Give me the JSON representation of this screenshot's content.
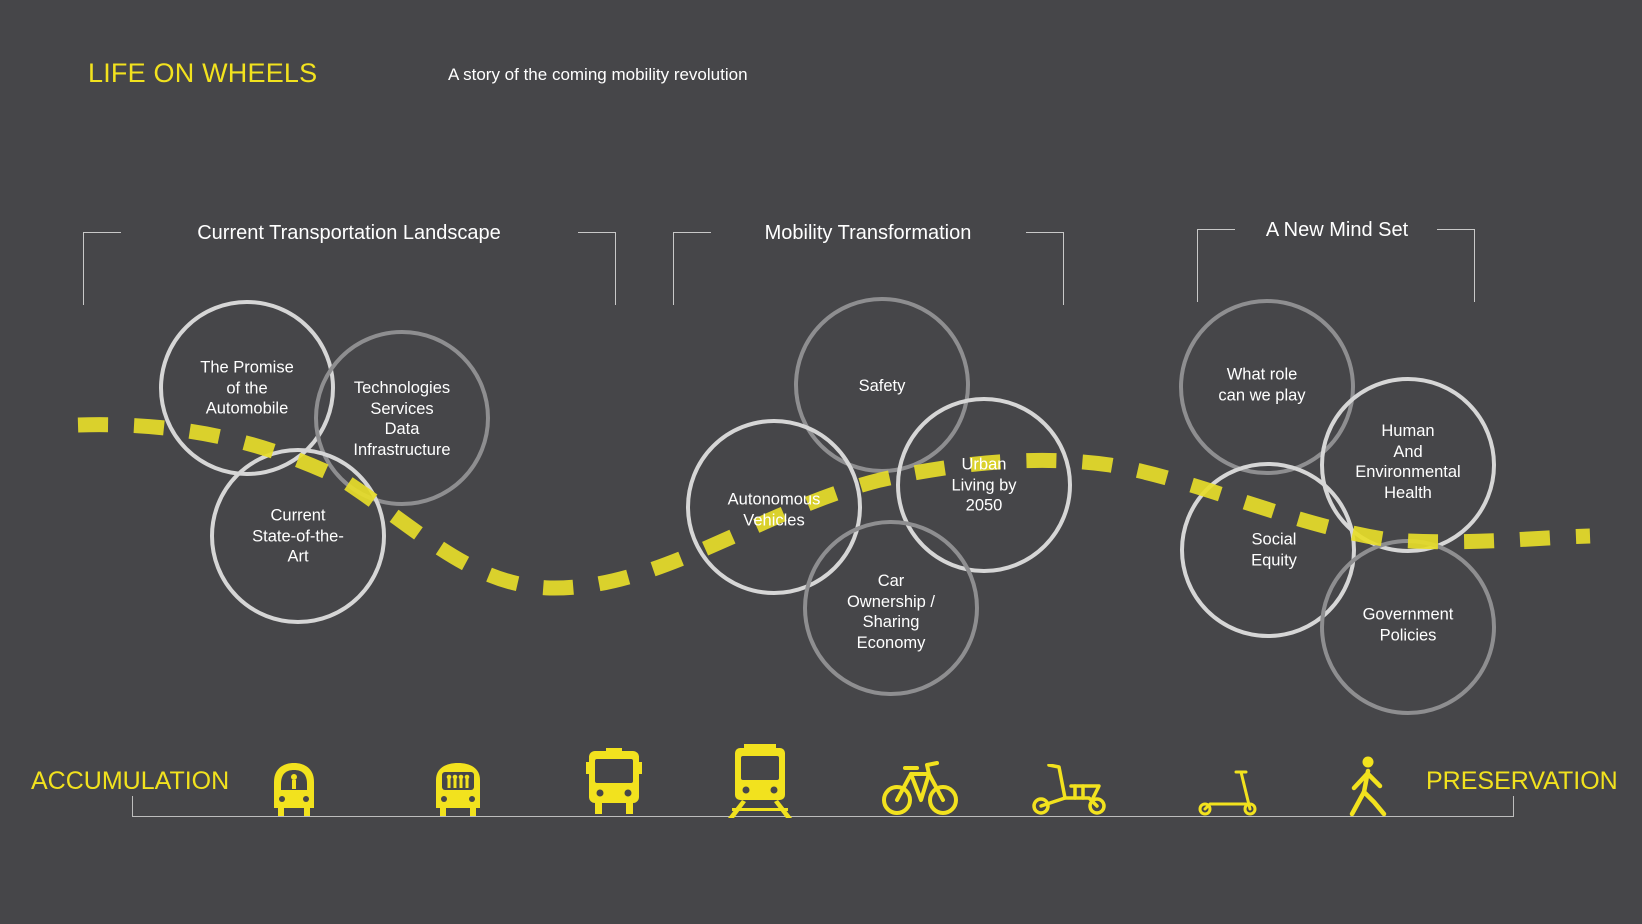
{
  "header": {
    "title": "LIFE ON WHEELS",
    "subtitle": "A story of the coming mobility revolution"
  },
  "sections": [
    {
      "label": "Current Transportation Landscape"
    },
    {
      "label": "Mobility Transformation"
    },
    {
      "label": "A New Mind Set"
    }
  ],
  "circles": [
    {
      "label": "The Promise\nof the\nAutomobile",
      "tone": "light"
    },
    {
      "label": "Technologies\nServices\nData\nInfrastructure",
      "tone": "dark"
    },
    {
      "label": "Current\nState-of-the-\nArt",
      "tone": "light"
    },
    {
      "label": "Safety",
      "tone": "dark"
    },
    {
      "label": "Urban\nLiving by\n2050",
      "tone": "light"
    },
    {
      "label": "Autonomous\nVehicles",
      "tone": "light"
    },
    {
      "label": "Car\nOwnership /\nSharing\nEconomy",
      "tone": "dark"
    },
    {
      "label": "What role\ncan we play",
      "tone": "dark"
    },
    {
      "label": "Human\nAnd\nEnvironmental\nHealth",
      "tone": "light"
    },
    {
      "label": "Social\nEquity",
      "tone": "light"
    },
    {
      "label": "Government\nPolicies",
      "tone": "dark"
    }
  ],
  "scale": {
    "left_label": "ACCUMULATION",
    "right_label": "PRESERVATION"
  },
  "icons": [
    {
      "name": "personal-pod-icon"
    },
    {
      "name": "shuttle-icon"
    },
    {
      "name": "bus-icon"
    },
    {
      "name": "train-icon"
    },
    {
      "name": "bicycle-icon"
    },
    {
      "name": "moped-icon"
    },
    {
      "name": "kick-scooter-icon"
    },
    {
      "name": "walking-person-icon"
    }
  ],
  "colors": {
    "background": "#464649",
    "accent": "#f2e21e",
    "circle_light": "#d6d6d6",
    "circle_dark": "#8e8e90",
    "text": "#ffffff"
  }
}
